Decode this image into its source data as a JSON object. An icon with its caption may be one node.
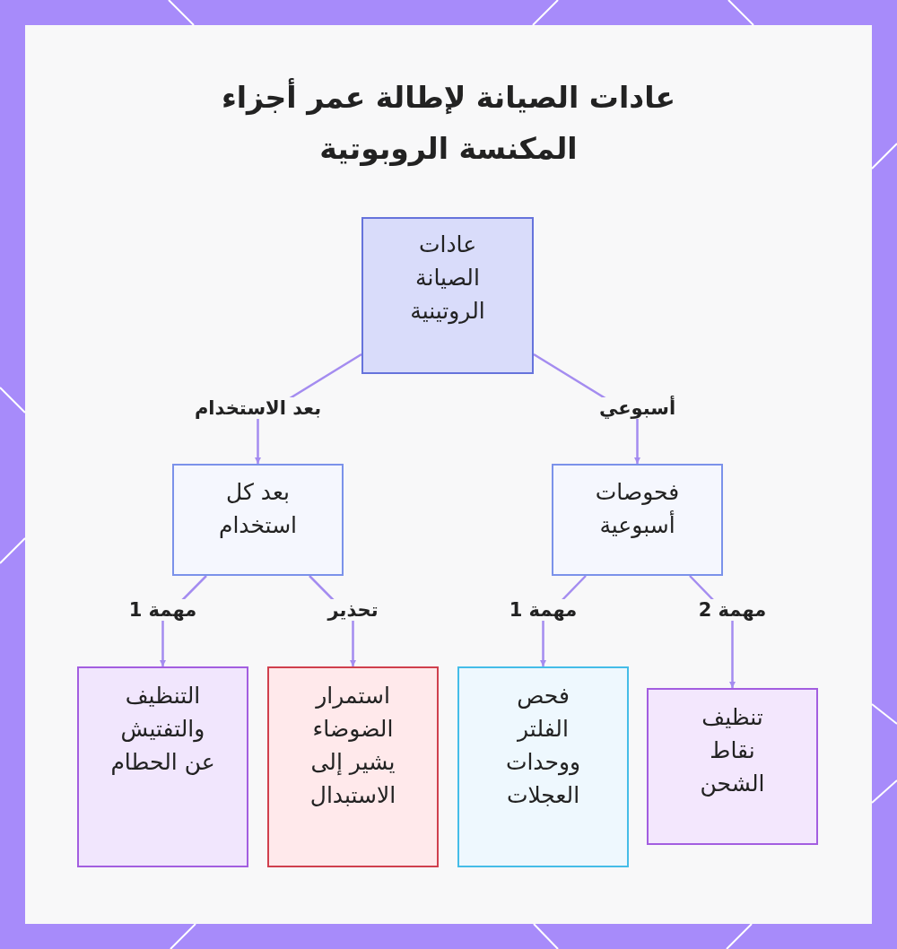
{
  "diagram": {
    "title": "عادات الصيانة لإطالة عمر أجزاء المكنسة الروبوتية",
    "nodes": [
      {
        "text": [
          "عادات الصيانة الروتينية"
        ]
      },
      {
        "text": [
          "فحوصات أسبوعية"
        ]
      },
      {
        "text": [
          "بعد كل استخدام"
        ]
      },
      {
        "text": [
          "تنظيف نقاط الشحن"
        ]
      },
      {
        "text": [
          "فحص الفلتر ووحدات العجلات"
        ]
      },
      {
        "text": [
          "استمرار الضوضاء يشير إلى الاستبدال"
        ]
      },
      {
        "text": [
          "التنظيف والتفتيش عن الحطام"
        ]
      }
    ],
    "edges": [
      {
        "from": 0,
        "to": 1,
        "arrow": "to",
        "label": "أسبوعي"
      },
      {
        "from": 0,
        "to": 2,
        "arrow": "to",
        "label": "بعد الاستخدام"
      },
      {
        "from": 1,
        "to": 3,
        "arrow": "to",
        "label": "مهمة 2"
      },
      {
        "from": 1,
        "to": 4,
        "arrow": "to",
        "label": "مهمة 1"
      },
      {
        "from": 2,
        "to": 5,
        "arrow": "to",
        "label": "تحذير"
      },
      {
        "from": 2,
        "to": 6,
        "arrow": "to",
        "label": "مهمة 1"
      }
    ]
  }
}
